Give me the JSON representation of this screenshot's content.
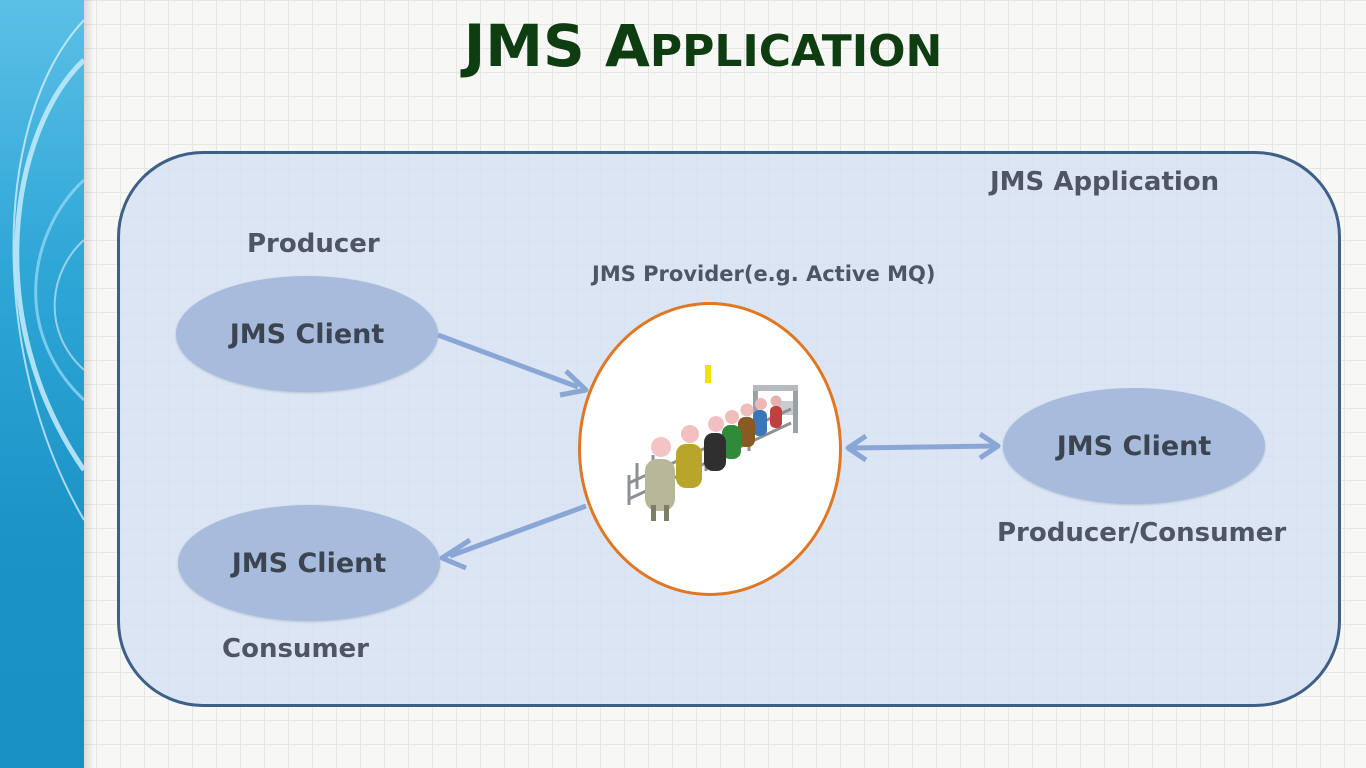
{
  "slide": {
    "title_first": "JMS",
    "title_cap": "A",
    "title_rest": "PPLICATION"
  },
  "diagram": {
    "container_label": "JMS Application",
    "provider_label": "JMS Provider(e.g. Active MQ)",
    "producer": {
      "role": "Producer",
      "client": "JMS Client"
    },
    "consumer": {
      "role": "Consumer",
      "client": "JMS Client"
    },
    "producer_consumer": {
      "role": "Producer/Consumer",
      "client": "JMS Client"
    }
  },
  "colors": {
    "title": "#0f3d12",
    "panel_border": "#3e5f86",
    "ellipse_fill": "#a7bbdc",
    "provider_border": "#e07722",
    "arrow": "#8aa6d4",
    "sidebar": "#1b93c7"
  }
}
